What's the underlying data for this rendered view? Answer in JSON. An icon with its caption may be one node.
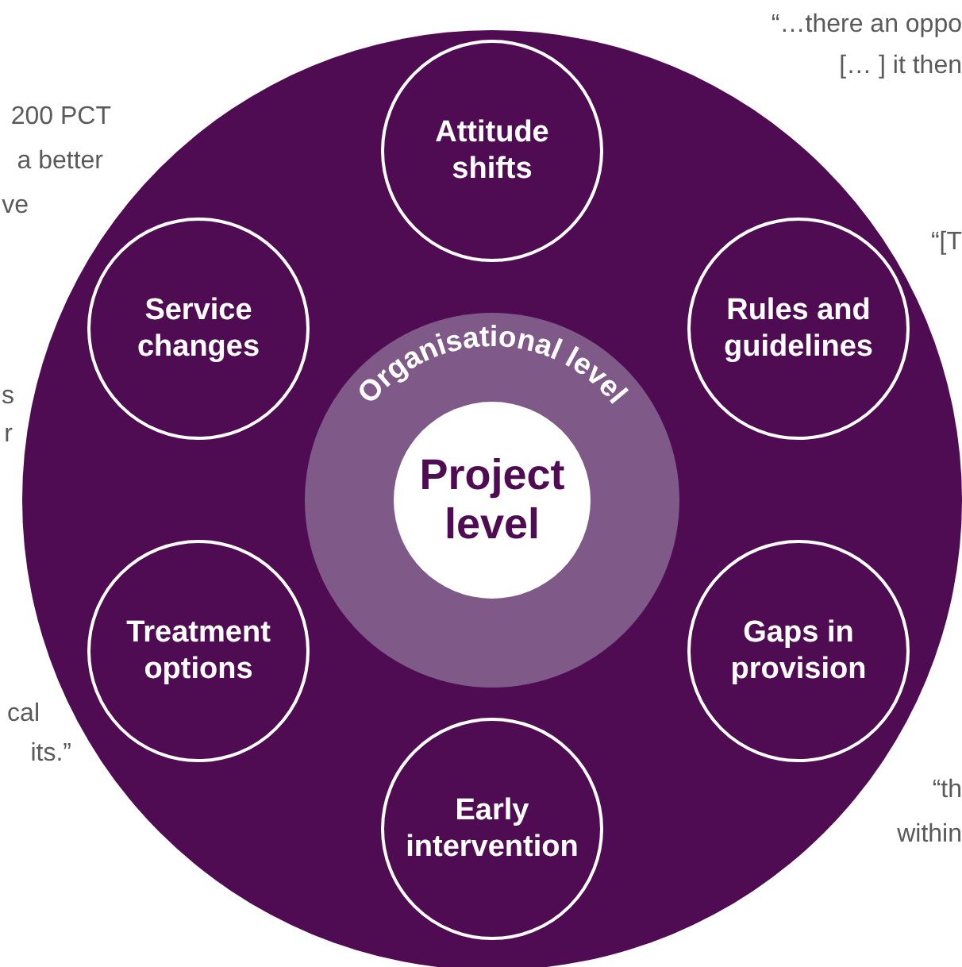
{
  "diagram": {
    "nodes": [
      {
        "text": [],
        "shape": "circle"
      },
      {
        "text": [
          "Organisational level"
        ],
        "in": 0
      },
      {
        "text": [
          "Project level"
        ],
        "in": 1
      },
      {
        "text": [
          "Attitude shifts"
        ],
        "in": 0
      },
      {
        "text": [
          "Rules and guidelines"
        ],
        "in": 0
      },
      {
        "text": [
          "Gaps in provision"
        ],
        "in": 0
      },
      {
        "text": [
          "Early intervention"
        ],
        "in": 0
      },
      {
        "text": [
          "Treatment options"
        ],
        "in": 0
      },
      {
        "text": [
          "Service changes"
        ],
        "in": 0
      }
    ],
    "labels": [
      "“…there an oppo",
      "200 PCT",
      "[… ] it then",
      "a better",
      "ve",
      "“[T",
      "s",
      "r",
      "cal",
      "its.”",
      "“th",
      "within"
    ]
  }
}
